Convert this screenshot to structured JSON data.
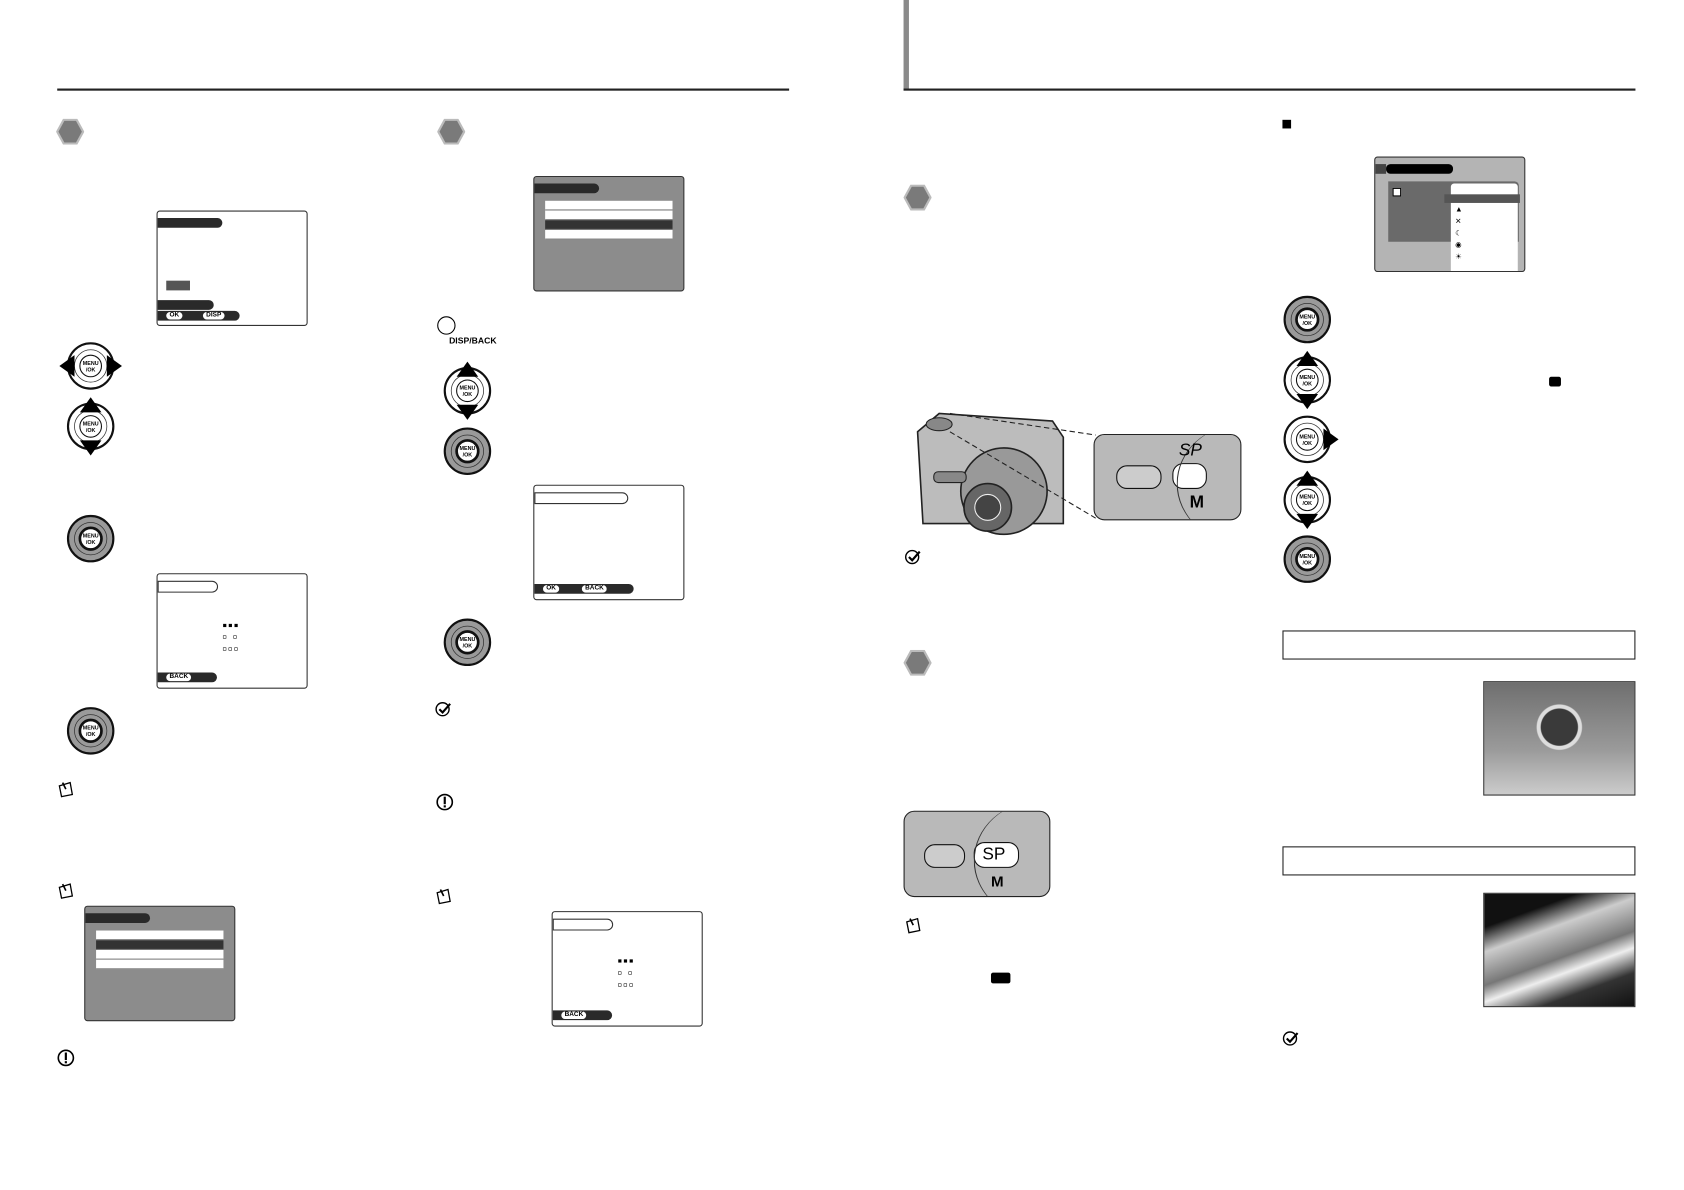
{
  "labels": {
    "menu_ok": "MENU/OK",
    "disp_back": "DISP/BACK",
    "ok": "OK",
    "back": "BACK",
    "disp": "DISP",
    "sp": "SP",
    "m": "M"
  },
  "colors": {
    "step_marker": "#7a7a7a",
    "lcd_gray": "#8c8c8c",
    "dial_gray": "#b9b9b9"
  },
  "dpads": [
    {
      "kind": "left-right",
      "pressed": false
    },
    {
      "kind": "up-down",
      "pressed": false
    },
    {
      "kind": "center",
      "pressed": true
    },
    {
      "kind": "center",
      "pressed": true
    },
    {
      "kind": "up-down",
      "pressed": false
    },
    {
      "kind": "center",
      "pressed": true
    },
    {
      "kind": "center",
      "pressed": true
    },
    {
      "kind": "center",
      "pressed": true
    },
    {
      "kind": "up-down",
      "pressed": false
    },
    {
      "kind": "right",
      "pressed": false
    },
    {
      "kind": "up-down",
      "pressed": false
    },
    {
      "kind": "center",
      "pressed": true
    }
  ]
}
